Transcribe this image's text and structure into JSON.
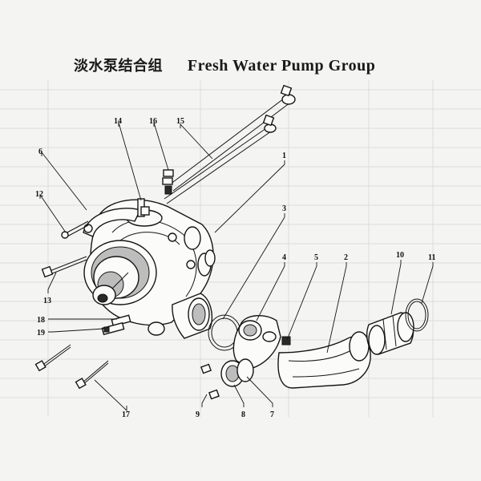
{
  "title": {
    "chinese": "淡水泵结合组",
    "english": "Fresh Water Pump Group"
  },
  "callouts": [
    "1",
    "2",
    "3",
    "4",
    "5",
    "6",
    "7",
    "8",
    "9",
    "10",
    "11",
    "12",
    "13",
    "14",
    "15",
    "16",
    "17",
    "18",
    "19"
  ],
  "colors": {
    "background": "#f4f4f2",
    "ink": "#151515",
    "faint_table_lines": "#d8d8d6"
  }
}
